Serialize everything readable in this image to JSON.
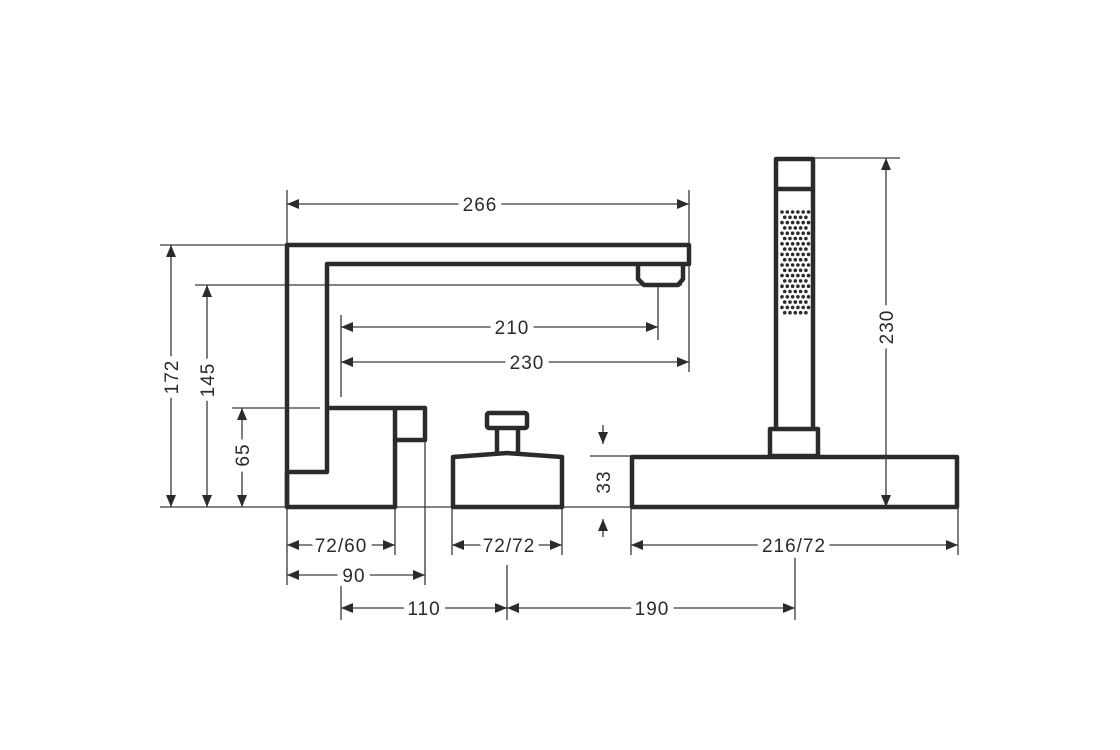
{
  "drawing": {
    "title": "Bath mixer 3-hole technical dimension drawing",
    "line_color": "#2b2b2b",
    "dimensions": {
      "spout_length": "266",
      "spout_projection_outlet": "210",
      "spout_projection": "230",
      "total_height": "172",
      "outlet_height": "145",
      "mixer_body_height": "65",
      "base_height": "33",
      "hand_shower_height": "230",
      "mixer_base": "72/60",
      "mixer_width": "90",
      "diverter_base": "72/72",
      "shower_base": "216/72",
      "spacing_mixer_diverter": "110",
      "spacing_diverter_shower": "190"
    }
  }
}
